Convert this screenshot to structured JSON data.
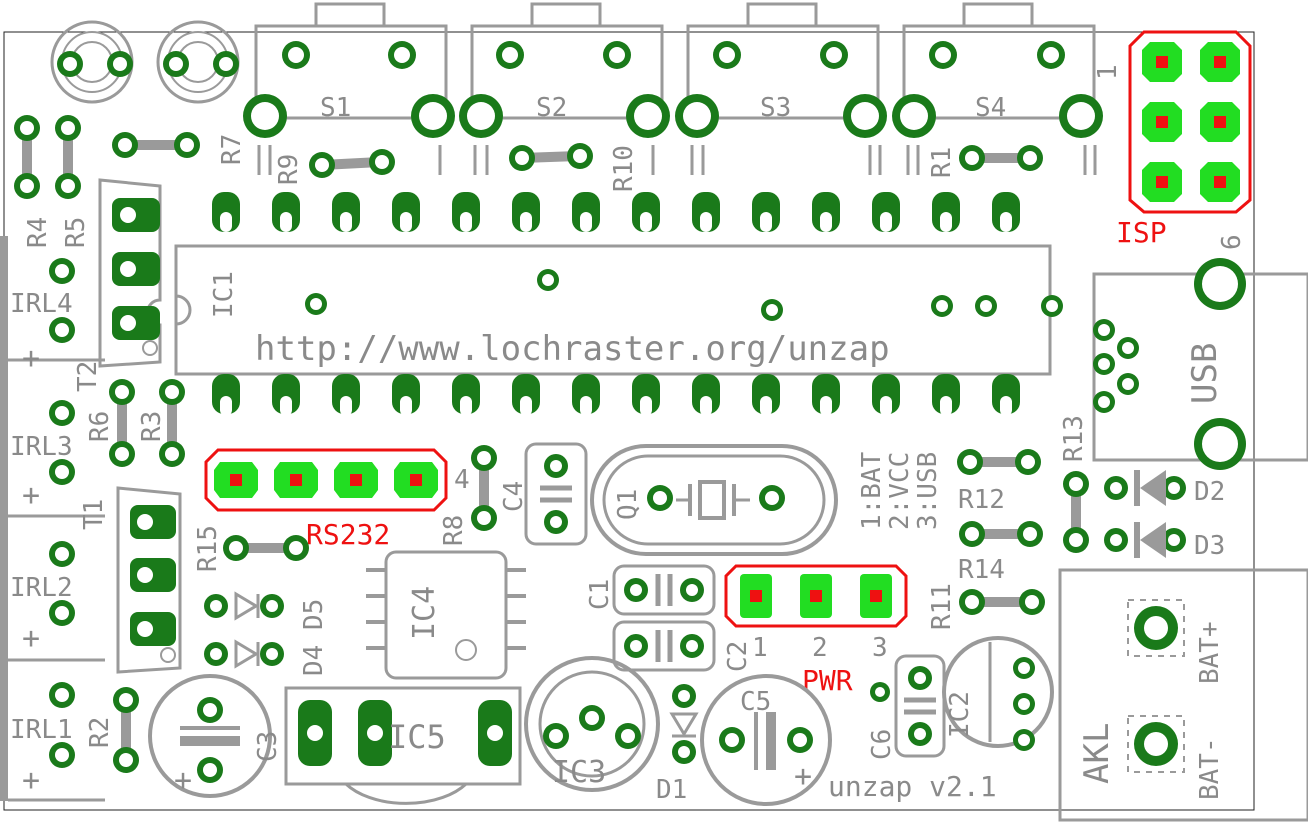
{
  "board": {
    "url": "http://www.lochraster.org/unzap",
    "name": "unzap  v2.1",
    "author": "AKL"
  },
  "switches": [
    "S1",
    "S2",
    "S3",
    "S4"
  ],
  "resistors": {
    "r1": "R1",
    "r2": "R2",
    "r3": "R3",
    "r4": "R4",
    "r5": "R5",
    "r6": "R6",
    "r7": "R7",
    "r8": "R8",
    "r9": "R9",
    "r10": "R10",
    "r11": "R11",
    "r12": "R12",
    "r13": "R13",
    "r14": "R14",
    "r15": "R15"
  },
  "ics": {
    "ic1": "IC1",
    "ic2": "IC2",
    "ic3": "IC3",
    "ic4": "IC4",
    "ic5": "IC5"
  },
  "capacitors": {
    "c1": "C1",
    "c2": "C2",
    "c3": "C3",
    "c4": "C4",
    "c5": "C5",
    "c6": "C6"
  },
  "diodes": {
    "d1": "D1",
    "d2": "D2",
    "d3": "D3",
    "d4": "D4",
    "d5": "D5"
  },
  "transistors": {
    "t1": "T1",
    "t2": "T2"
  },
  "irleds": {
    "irl1": "IRL1",
    "irl2": "IRL2",
    "irl3": "IRL3",
    "irl4": "IRL4"
  },
  "crystal": "Q1",
  "usb": "USB",
  "usb_pin": "6",
  "isp": {
    "label": "ISP",
    "pin1": "1"
  },
  "rs232": {
    "label": "RS232",
    "pin4": "4"
  },
  "pwr": {
    "label": "PWR",
    "pins": [
      "1",
      "2",
      "3"
    ],
    "legend": [
      "1:BAT",
      "2:VCC",
      "3:USB"
    ]
  },
  "battery": {
    "plus": "BAT+",
    "minus": "BAT-"
  },
  "plus_sign": "+",
  "colors": {
    "pad": "#1a7a1a",
    "pad_highlight": "#22dd22",
    "silkscreen": "#9a9a9a",
    "marker": "#ee1111"
  }
}
